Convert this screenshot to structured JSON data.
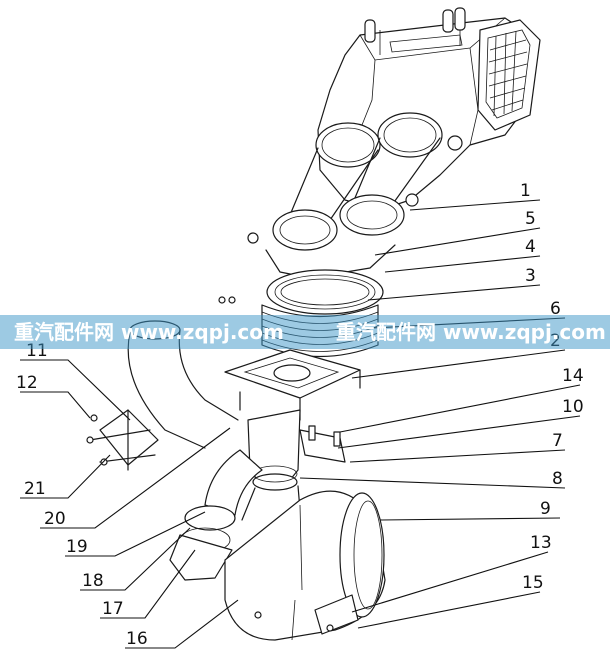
{
  "labels": [
    {
      "text": "1"
    },
    {
      "text": "5"
    },
    {
      "text": "4"
    },
    {
      "text": "3"
    },
    {
      "text": "6"
    },
    {
      "text": "2"
    },
    {
      "text": "14"
    },
    {
      "text": "10"
    },
    {
      "text": "7"
    },
    {
      "text": "8"
    },
    {
      "text": "9"
    },
    {
      "text": "13"
    },
    {
      "text": "15"
    },
    {
      "text": "11"
    },
    {
      "text": "12"
    },
    {
      "text": "21"
    },
    {
      "text": "20"
    },
    {
      "text": "19"
    },
    {
      "text": "18"
    },
    {
      "text": "17"
    },
    {
      "text": "16"
    }
  ],
  "watermark": {
    "left": "重汽配件网 www.zqpj.com",
    "right": "重汽配件网 www.zqpj.com"
  }
}
